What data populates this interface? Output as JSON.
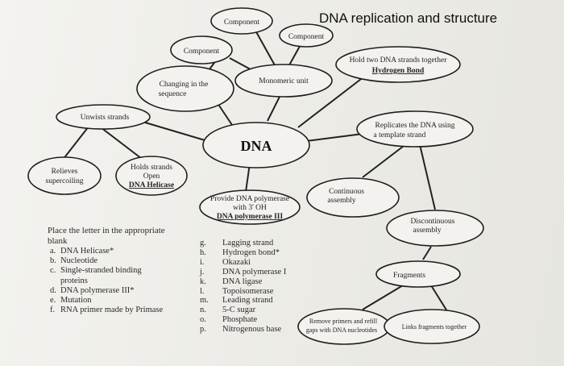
{
  "title": "DNA replication and structure",
  "nodes": {
    "component_top": "Component",
    "component_right": "Component",
    "component_left": "Component",
    "monomeric_unit": "Monomeric unit",
    "changing_sequence": [
      "Changing in the",
      "sequence"
    ],
    "hold_strands": [
      "Hold two DNA strands together",
      "Hydrogen Bond"
    ],
    "unwists": "Unwists strands",
    "dna": "DNA",
    "replicates": [
      "Replicates the DNA using",
      "a template strand"
    ],
    "relieves": [
      "Relieves",
      "supercoiling"
    ],
    "holds_open": [
      "Holds strands",
      "Open",
      "DNA Helicase"
    ],
    "provide_dna_poly": [
      "Provide DNA polymerase",
      "with 3' OH",
      "DNA polymerase III"
    ],
    "continuous": [
      "Continuous",
      "assembly"
    ],
    "discontinuous": [
      "Discontinuous",
      "assembly"
    ],
    "fragments": "Fragments",
    "remove_primers": [
      "Remove primers and refill",
      "gaps with DNA nucleotides"
    ],
    "links_fragments": "Links fragments together"
  },
  "instructions": [
    "Place the letter in the appropriate",
    "blank"
  ],
  "options": [
    {
      "k": "a.",
      "t": "DNA Helicase*"
    },
    {
      "k": "b.",
      "t": "Nucleotide"
    },
    {
      "k": "c.",
      "t": "Single-stranded binding"
    },
    {
      "k": "",
      "t": "proteins"
    },
    {
      "k": "d.",
      "t": "DNA polymerase III*"
    },
    {
      "k": "e.",
      "t": "Mutation"
    },
    {
      "k": "f.",
      "t": "RNA primer made by Primase"
    }
  ],
  "terms": [
    {
      "k": "g.",
      "t": "Lagging strand"
    },
    {
      "k": "h.",
      "t": "Hydrogen bond*"
    },
    {
      "k": "i.",
      "t": "Okazaki"
    },
    {
      "k": "j.",
      "t": "DNA polymerase I"
    },
    {
      "k": "k.",
      "t": "DNA ligase"
    },
    {
      "k": "l.",
      "t": "Topoisomerase"
    },
    {
      "k": "m.",
      "t": "Leading strand"
    },
    {
      "k": "n.",
      "t": "5-C sugar"
    },
    {
      "k": "o.",
      "t": "Phosphate"
    },
    {
      "k": "p.",
      "t": "Nitrogenous base"
    }
  ]
}
